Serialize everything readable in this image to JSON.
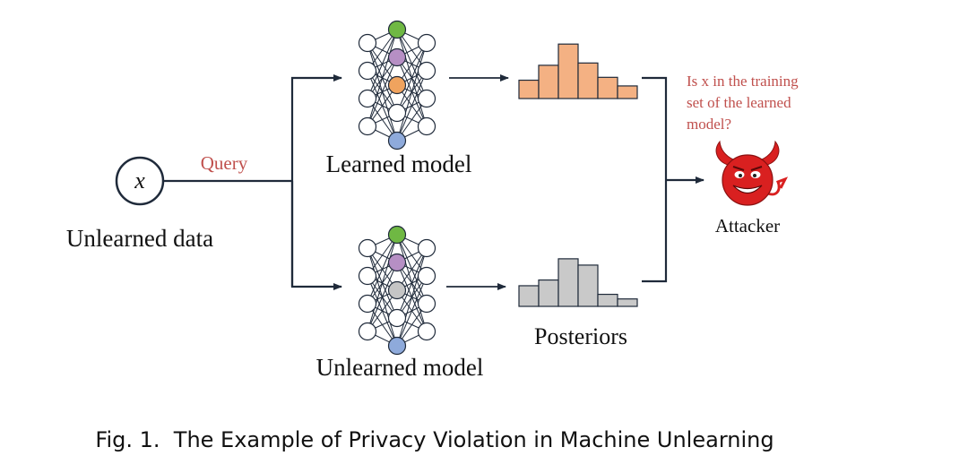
{
  "input": {
    "symbol": "x",
    "label": "Unlearned data"
  },
  "query_label": "Query",
  "models": {
    "learned": {
      "label": "Learned model"
    },
    "unlearned": {
      "label": "Unlearned model"
    }
  },
  "posteriors_label": "Posteriors",
  "attacker": {
    "label": "Attacker",
    "question": [
      "Is x in the training",
      "set of the learned",
      "model?"
    ]
  },
  "caption": "Fig. 1.  The Example of Privacy Violation in Machine Unlearning",
  "histograms": {
    "learned": [
      0.32,
      0.58,
      0.95,
      0.62,
      0.37,
      0.22
    ],
    "unlearned": [
      0.36,
      0.46,
      0.83,
      0.72,
      0.21,
      0.13
    ]
  },
  "colors": {
    "arrow": "#1f2a3a",
    "query": "#c0504d",
    "question": "#c0504d",
    "learned_bars": "#f4b183",
    "unlearned_bars": "#c9c9c9",
    "bar_stroke": "#1f2a3a",
    "node_top": "#6fb843",
    "node_mid": "#b68fc4",
    "learned_node": "#f0a35e",
    "unlearned_node": "#c5c5c5",
    "node_bottom": "#8eaadb",
    "devil": "#d92020"
  }
}
